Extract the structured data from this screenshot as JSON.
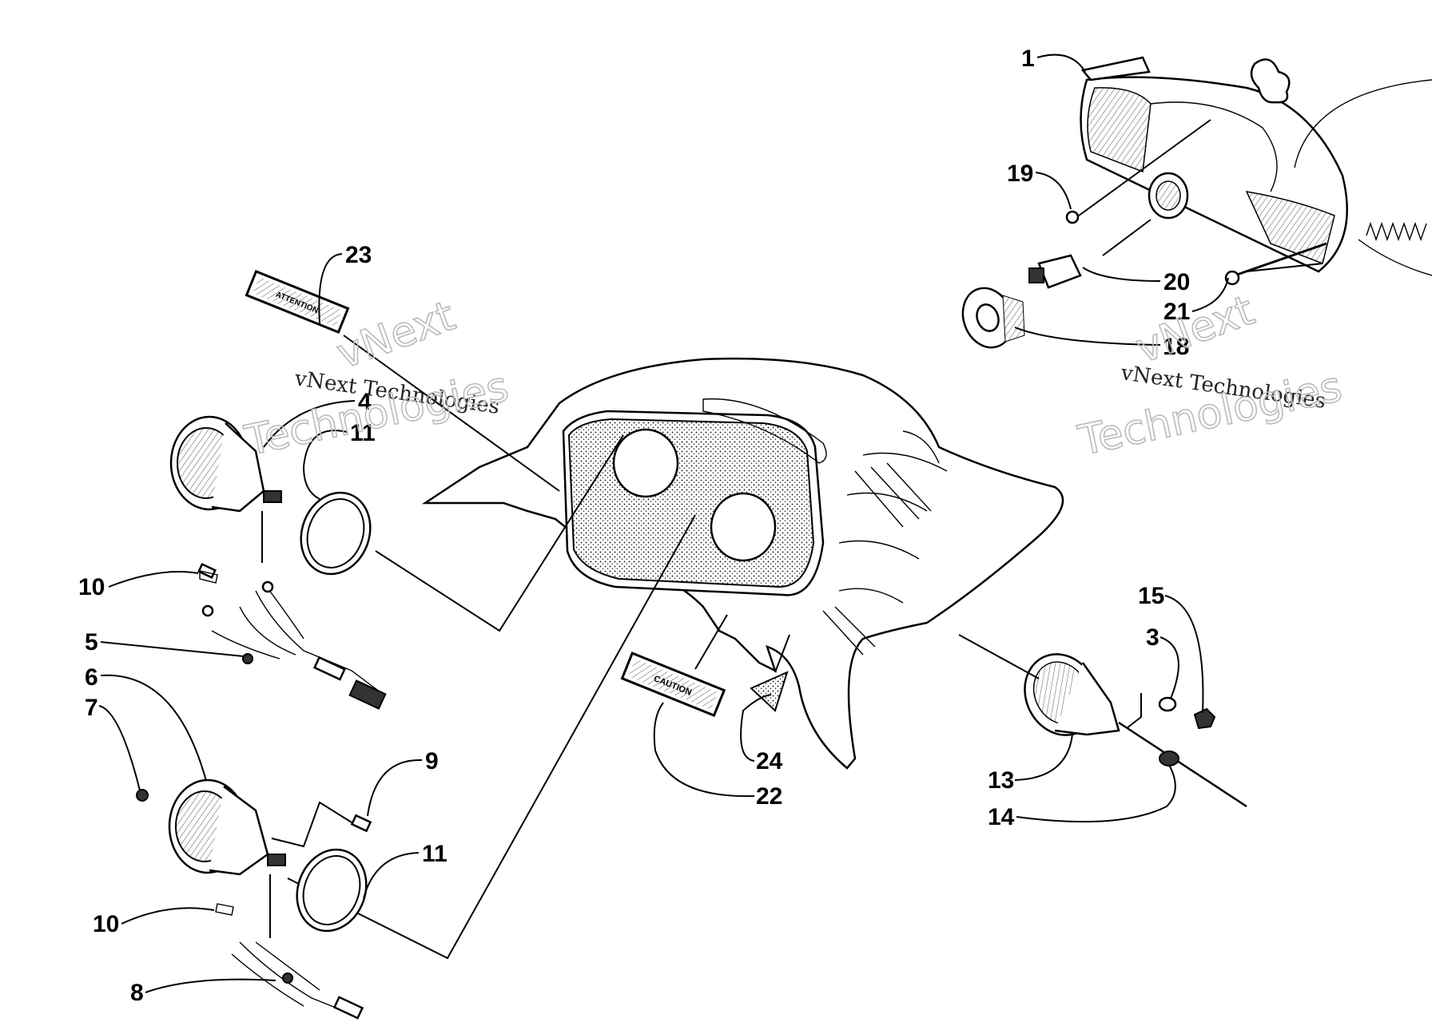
{
  "watermarks": [
    {
      "line1": "vNext",
      "line2": "vNext Technologies",
      "line3": "Technologies"
    },
    {
      "line1": "vNext",
      "line2": "vNext Technologies",
      "line3": "Technologies"
    }
  ],
  "callouts": {
    "c1": "1",
    "c3": "3",
    "c4": "4",
    "c5": "5",
    "c6": "6",
    "c7": "7",
    "c8": "8",
    "c9": "9",
    "c10a": "10",
    "c10b": "10",
    "c11a": "11",
    "c11b": "11",
    "c13": "13",
    "c14": "14",
    "c15": "15",
    "c18": "18",
    "c19": "19",
    "c20": "20",
    "c21": "21",
    "c22": "22",
    "c23": "23",
    "c24": "24"
  },
  "decals": {
    "attention": "ATTENTION",
    "caution": "CAUTION"
  }
}
